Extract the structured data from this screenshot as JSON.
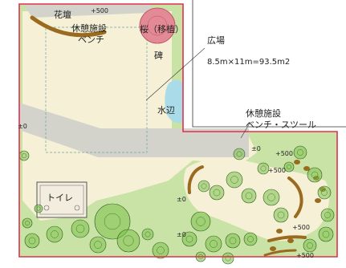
{
  "plan": {
    "labels": {
      "flowerbed": "花壇",
      "rest_area_1": "休憩施設",
      "bench": "ベンチ",
      "sakura": "桜（移植）",
      "monument": "碑",
      "plaza": "広場",
      "plaza_size": "8.5m×11m=93.5m2",
      "water": "水辺",
      "rest_area_2": "休憩施設",
      "bench_stool": "ベンチ・スツール",
      "toilet": "トイレ"
    },
    "levels": {
      "top": "+500",
      "left": "±0",
      "right_a": "±0",
      "right_b": "+500",
      "right_c": "+500",
      "mid": "±0",
      "bottom_left": "±0",
      "bottom_a": "+500",
      "bottom_b": "+500"
    },
    "colors": {
      "boundary": "#e0304a",
      "lawn": "#c9e3a6",
      "ground": "#f6f0d7",
      "path": "#d3d3cc",
      "water": "#aadbe8",
      "sakura": "#e48a96",
      "bench": "#9a6a1e",
      "tree": "#7cc24a"
    }
  }
}
